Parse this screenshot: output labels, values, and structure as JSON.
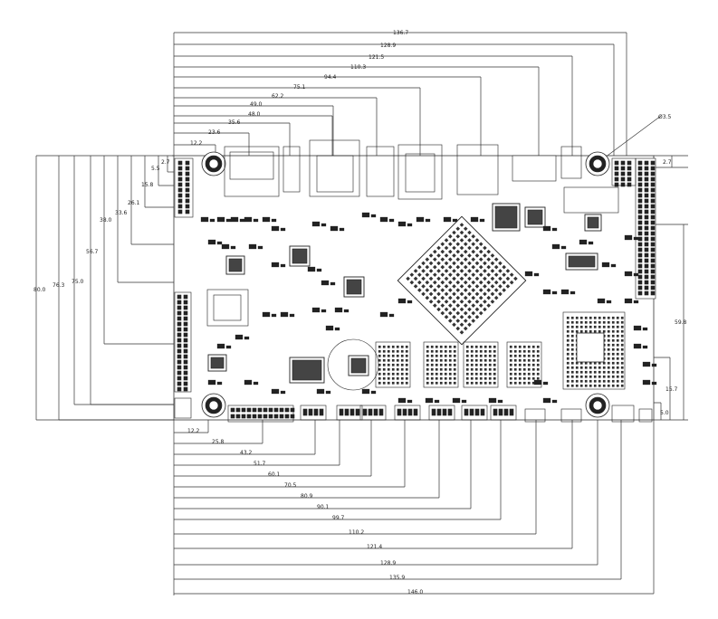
{
  "top_dimensions": [
    "136.7",
    "128.9",
    "121.5",
    "110.3",
    "94.4",
    "75.1",
    "62.2",
    "49.0",
    "48.0",
    "35.6",
    "23.6",
    "12.2"
  ],
  "left_dimensions": [
    "2.7",
    "5.5",
    "15.8",
    "26.1",
    "33.6",
    "38.0",
    "56.7",
    "75.0",
    "76.3",
    "80.0"
  ],
  "bottom_dimensions": [
    "12.2",
    "25.8",
    "43.2",
    "51.7",
    "60.1",
    "70.5",
    "80.9",
    "90.1",
    "99.7",
    "110.2",
    "121.4",
    "128.9",
    "135.9",
    "146.0"
  ],
  "right_dimensions": [
    "2.7",
    "59.8",
    "15.7",
    "5.0"
  ],
  "hole_diameter": "Ø3.5",
  "colors": {
    "line": "#333333",
    "board": "#ffffff",
    "component": "#1a1a1a"
  }
}
